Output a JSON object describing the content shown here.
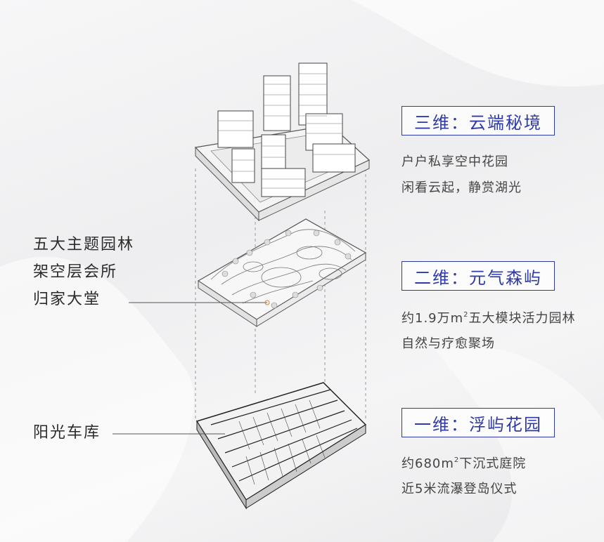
{
  "left_labels": {
    "group1": [
      "五大主题园林",
      "架空层会所",
      "归家大堂"
    ],
    "group2": "阳光车库"
  },
  "levels": [
    {
      "title": "三维：云端秘境",
      "lines": [
        "户户私享空中花园",
        "闲看云起，静赏湖光"
      ]
    },
    {
      "title": "二维：元气森屿",
      "line1_pre": "约1.9万m",
      "line1_post": "五大模块活力园林",
      "lines": [
        "自然与疗愈聚场"
      ]
    },
    {
      "title": "一维：浮屿花园",
      "line1_pre": "约680m",
      "line1_post": "下沉式庭院",
      "lines": [
        "近5米流瀑登岛仪式"
      ]
    }
  ],
  "sup2": "2",
  "colors": {
    "accent": "#2f3aa8",
    "text": "#333333",
    "line": "#555555"
  }
}
